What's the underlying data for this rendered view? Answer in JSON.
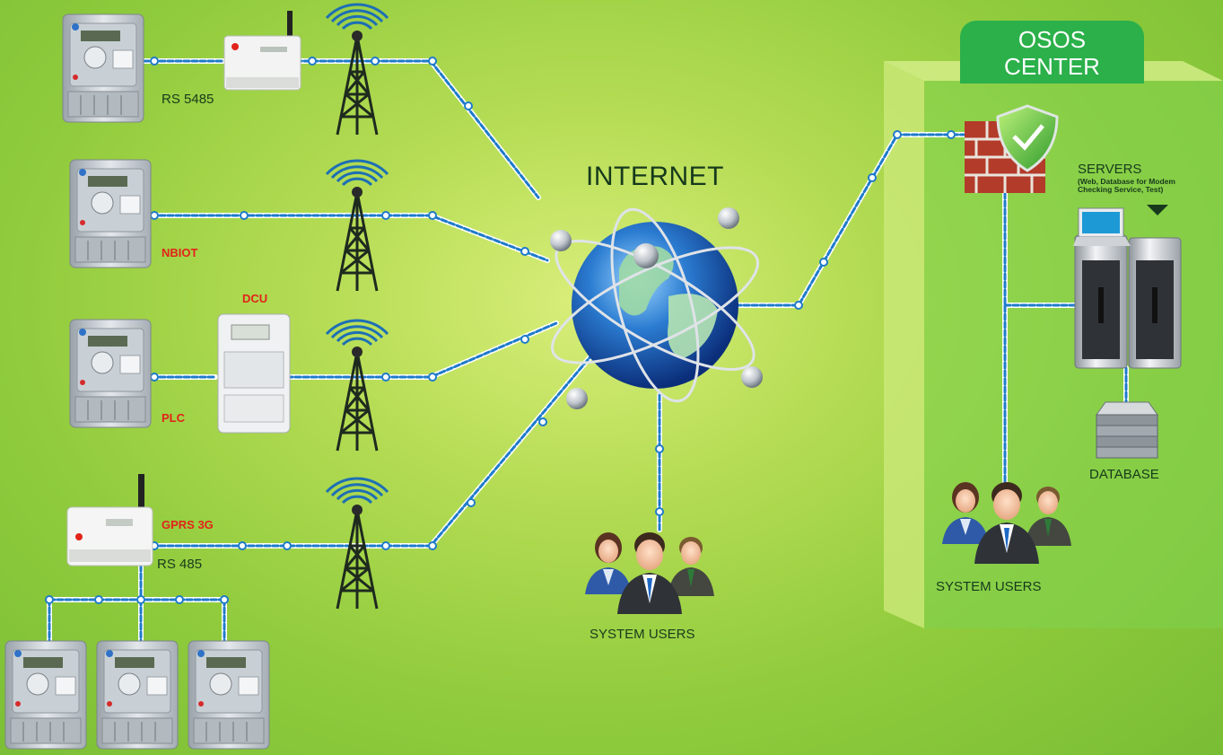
{
  "diagram": {
    "internet_label": "INTERNET",
    "center": {
      "title_line1": "OSOS",
      "title_line2": "CENTER"
    },
    "links": {
      "rs5485": "RS 5485",
      "nbiot": "NBIOT",
      "dcu": "DCU",
      "plc": "PLC",
      "gprs": "GPRS 3G",
      "rs485": "RS 485"
    },
    "servers": {
      "title": "SERVERS",
      "subtitle_line1": "(Web, Database for Modem",
      "subtitle_line2": "Checking Service, Test)"
    },
    "database_label": "DATABASE",
    "system_users_center": "SYSTEM USERS",
    "system_users_internet": "SYSTEM USERS",
    "colors": {
      "link_line": "#1f7bc9",
      "highlight": "#e2231a",
      "center_panel": "#2bb04a",
      "text": "#173a1c"
    },
    "icons": [
      "electric-meter-icon",
      "gsm-modem-icon",
      "radio-tower-icon",
      "globe-icon",
      "firewall-icon",
      "shield-check-icon",
      "server-rack-icon",
      "database-icon",
      "users-group-icon",
      "dcu-device-icon"
    ]
  }
}
